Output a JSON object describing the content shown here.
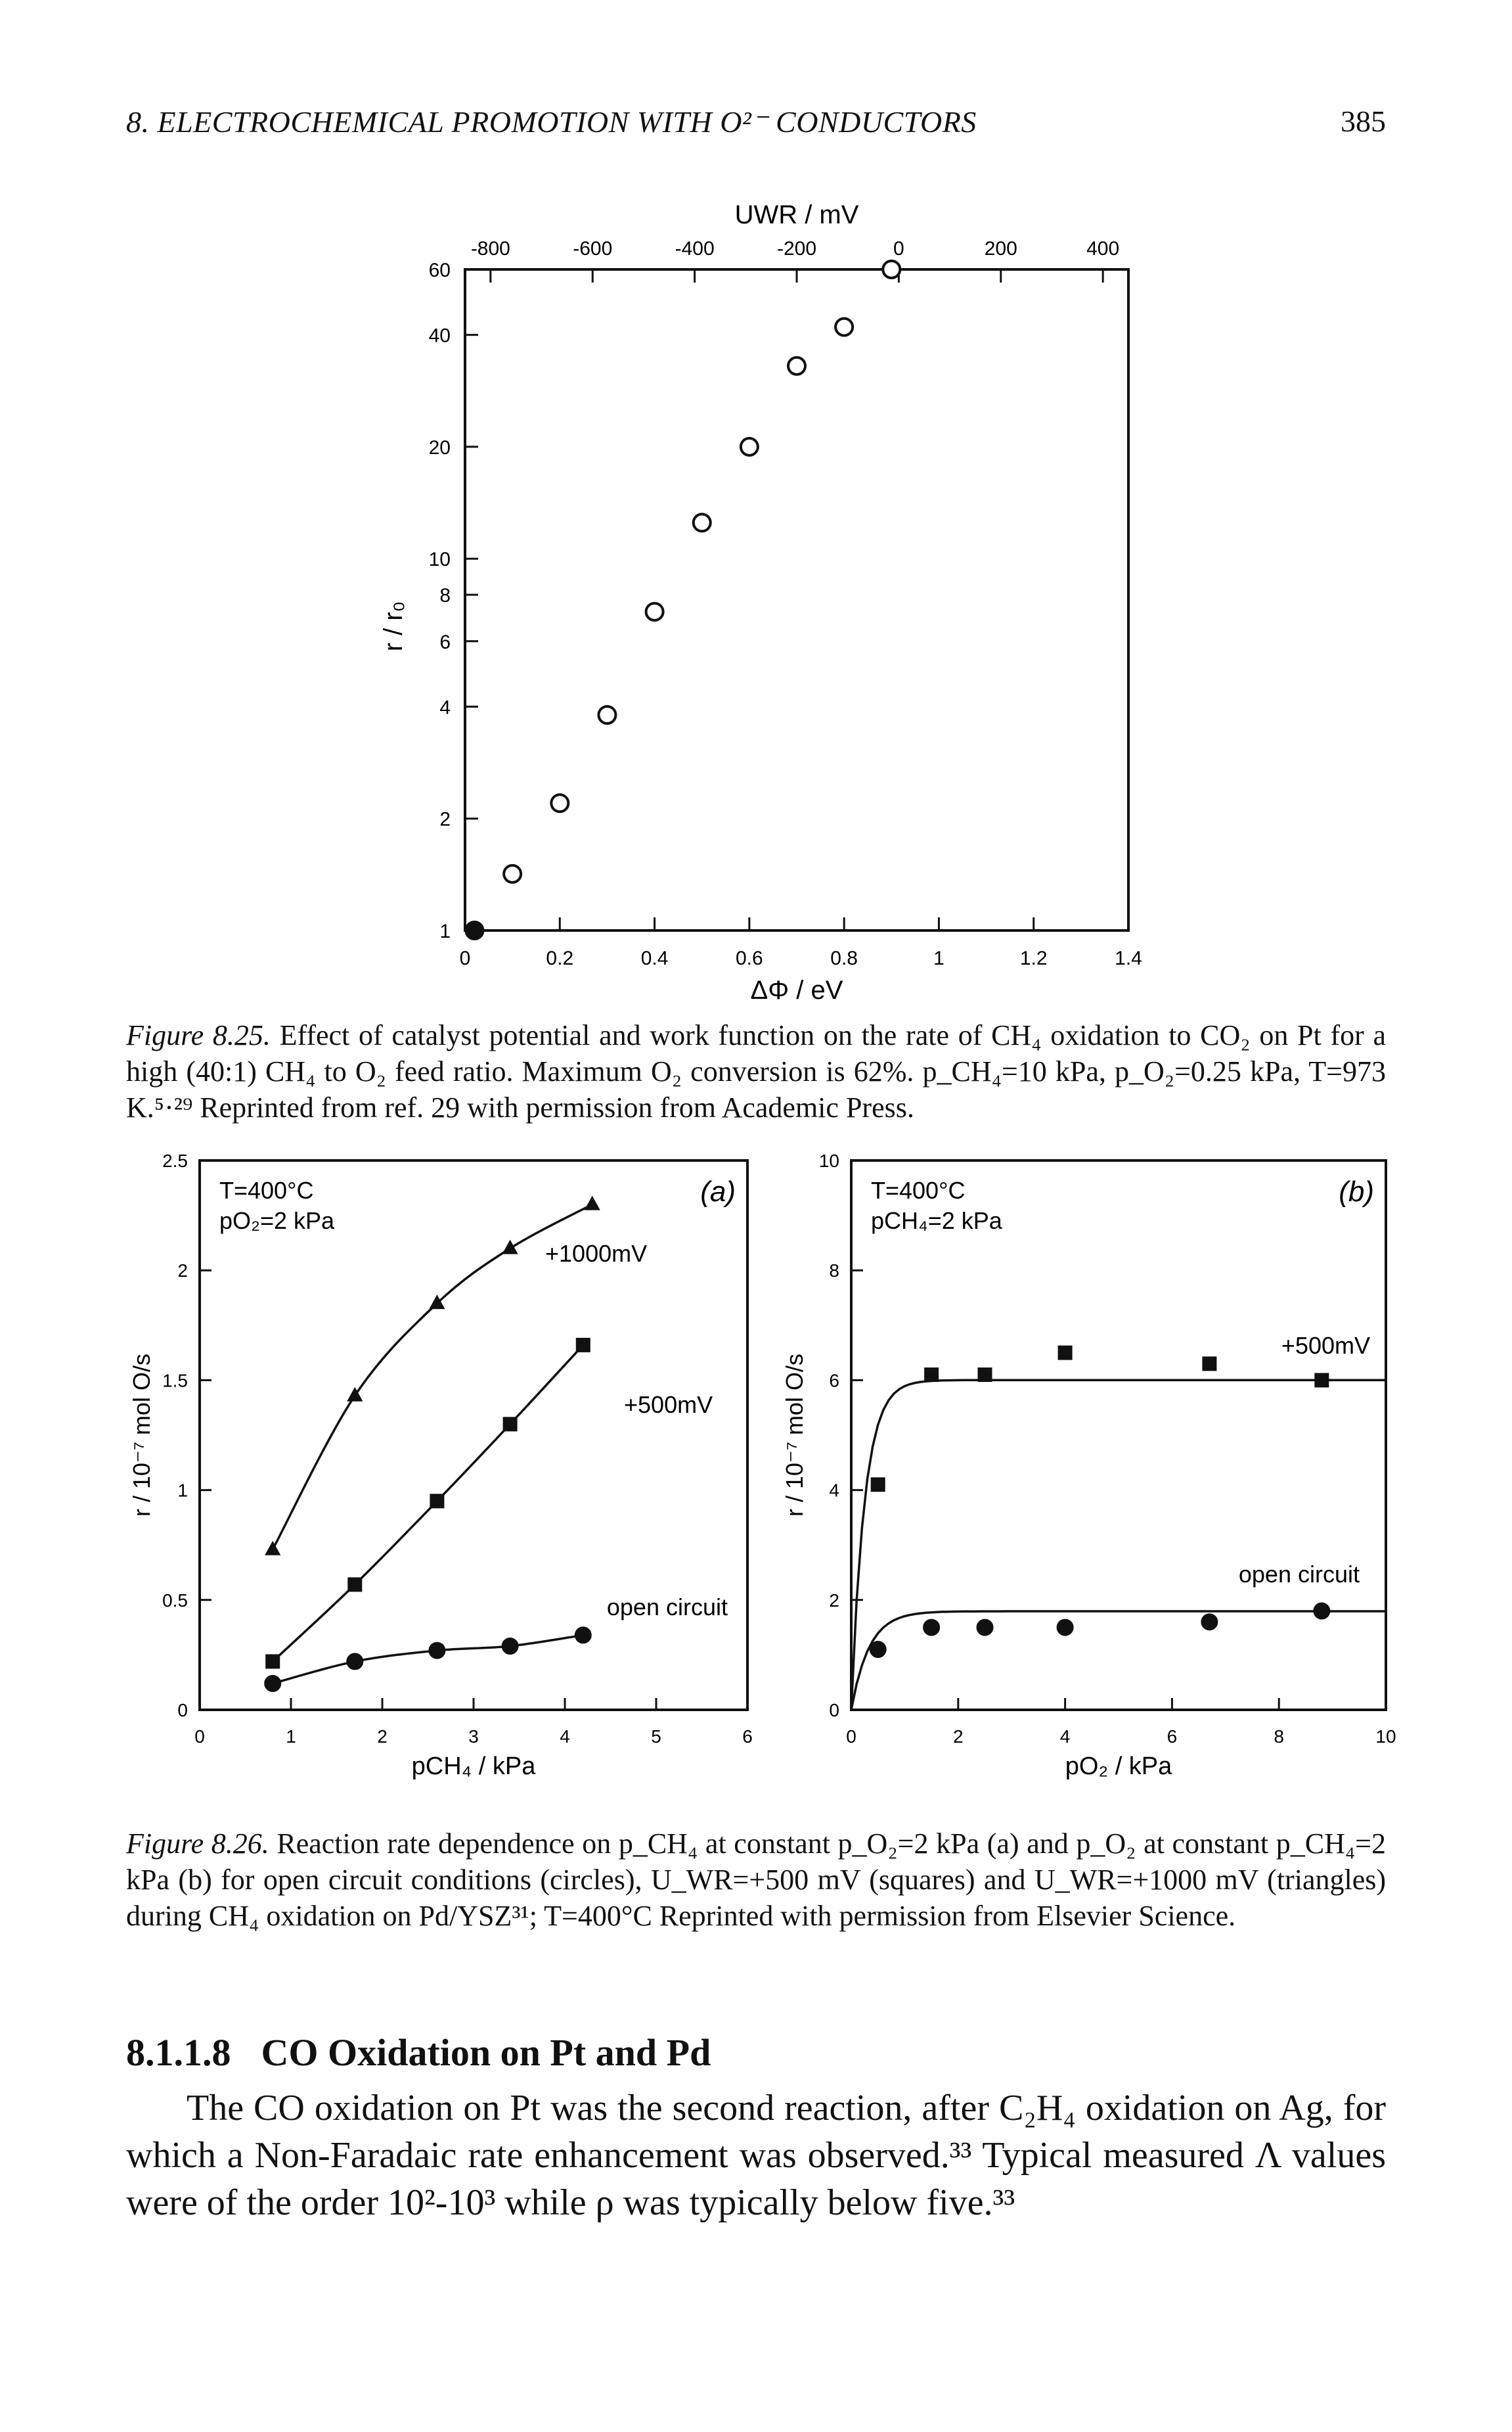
{
  "header": {
    "running_title": "8. ELECTROCHEMICAL PROMOTION WITH O²⁻ CONDUCTORS",
    "page_number": "385"
  },
  "figure_825": {
    "label": "Figure 8.25.",
    "caption": "Effect of catalyst potential and work function on the rate of CH₄ oxidation to CO₂ on Pt for a high (40:1) CH₄ to O₂ feed ratio. Maximum O₂ conversion is 62%. p_CH₄=10 kPa, p_O₂=0.25 kPa, T=973 K.⁵·²⁹ Reprinted from ref. 29 with permission from Academic Press."
  },
  "figure_826": {
    "label": "Figure 8.26.",
    "caption": "Reaction rate dependence on p_CH₄ at constant p_O₂=2 kPa (a) and p_O₂ at constant p_CH₄=2 kPa (b) for open circuit conditions (circles), U_WR=+500 mV (squares) and U_WR=+1000 mV (triangles) during CH₄ oxidation on Pd/YSZ³¹; T=400°C Reprinted with permission from Elsevier Science."
  },
  "section": {
    "number": "8.1.1.8",
    "title": "CO Oxidation on Pt and Pd"
  },
  "body_text": "The CO oxidation on Pt was the second reaction, after C₂H₄ oxidation on Ag, for which a Non-Faradaic rate enhancement was observed.³³ Typical measured Λ values were of the order 10²-10³ while ρ was typically below five.³³",
  "chart_data": [
    {
      "type": "scatter",
      "panel": "Figure 8.25",
      "xlabel": "ΔΦ / eV",
      "ylabel": "r / r₀",
      "x2label": "U_WR / mV",
      "xlim": [
        0,
        1.4
      ],
      "ylim": [
        1,
        60
      ],
      "yscale": "log",
      "x2lim": [
        -850,
        450
      ],
      "xticks": [
        "0",
        "0.2",
        "0.4",
        "0.6",
        "0.8",
        "1",
        "1.2",
        "1.4"
      ],
      "yticks": [
        "1",
        "2",
        "4",
        "6",
        "8",
        "10",
        "20",
        "40",
        "60"
      ],
      "x2ticks": [
        "-800",
        "-600",
        "-400",
        "-200",
        "0",
        "200",
        "400"
      ],
      "points": [
        {
          "x": 0.02,
          "y": 1.0,
          "filled": true
        },
        {
          "x": 0.1,
          "y": 1.42,
          "filled": false
        },
        {
          "x": 0.2,
          "y": 2.2,
          "filled": false
        },
        {
          "x": 0.3,
          "y": 3.8,
          "filled": false
        },
        {
          "x": 0.4,
          "y": 7.2,
          "filled": false
        },
        {
          "x": 0.5,
          "y": 12.5,
          "filled": false
        },
        {
          "x": 0.6,
          "y": 20,
          "filled": false
        },
        {
          "x": 0.7,
          "y": 33,
          "filled": false
        },
        {
          "x": 0.8,
          "y": 42,
          "filled": false
        },
        {
          "x": 0.9,
          "y": 60,
          "filled": false
        }
      ]
    },
    {
      "type": "line",
      "panel": "(a)",
      "xlabel": "p_CH₄ / kPa",
      "ylabel": "r / 10⁻⁷ mol O/s",
      "xlim": [
        0,
        6
      ],
      "ylim": [
        0,
        2.5
      ],
      "xticks": [
        "0",
        "1",
        "2",
        "3",
        "4",
        "5",
        "6"
      ],
      "yticks": [
        "0",
        "0.5",
        "1",
        "1.5",
        "2",
        "2.5"
      ],
      "annotations": [
        "T=400°C",
        "p_O₂=2 kPa"
      ],
      "series": [
        {
          "name": "+1000mV",
          "marker": "triangle",
          "x": [
            0.8,
            1.7,
            2.6,
            3.4,
            4.3
          ],
          "y": [
            0.73,
            1.43,
            1.85,
            2.1,
            2.3
          ]
        },
        {
          "name": "+500mV",
          "marker": "square",
          "x": [
            0.8,
            1.7,
            2.6,
            3.4,
            4.2
          ],
          "y": [
            0.22,
            0.57,
            0.95,
            1.3,
            1.66
          ]
        },
        {
          "name": "open circuit",
          "marker": "circle",
          "x": [
            0.8,
            1.7,
            2.6,
            3.4,
            4.2
          ],
          "y": [
            0.12,
            0.22,
            0.27,
            0.29,
            0.34
          ]
        }
      ]
    },
    {
      "type": "line",
      "panel": "(b)",
      "xlabel": "p_O₂ / kPa",
      "ylabel": "r / 10⁻⁷ mol O/s",
      "xlim": [
        0,
        10
      ],
      "ylim": [
        0,
        10
      ],
      "xticks": [
        "0",
        "2",
        "4",
        "6",
        "8",
        "10"
      ],
      "yticks": [
        "0",
        "2",
        "4",
        "6",
        "8",
        "10"
      ],
      "annotations": [
        "T=400°C",
        "p_CH₄=2 kPa"
      ],
      "series": [
        {
          "name": "+500mV",
          "marker": "square",
          "x": [
            0.5,
            1.5,
            2.5,
            4.0,
            6.7,
            8.8
          ],
          "y": [
            4.1,
            6.1,
            6.1,
            6.5,
            6.3,
            6.0
          ]
        },
        {
          "name": "open circuit",
          "marker": "circle",
          "x": [
            0.5,
            1.5,
            2.5,
            4.0,
            6.7,
            8.8
          ],
          "y": [
            1.1,
            1.5,
            1.5,
            1.5,
            1.6,
            1.8
          ]
        }
      ]
    }
  ]
}
